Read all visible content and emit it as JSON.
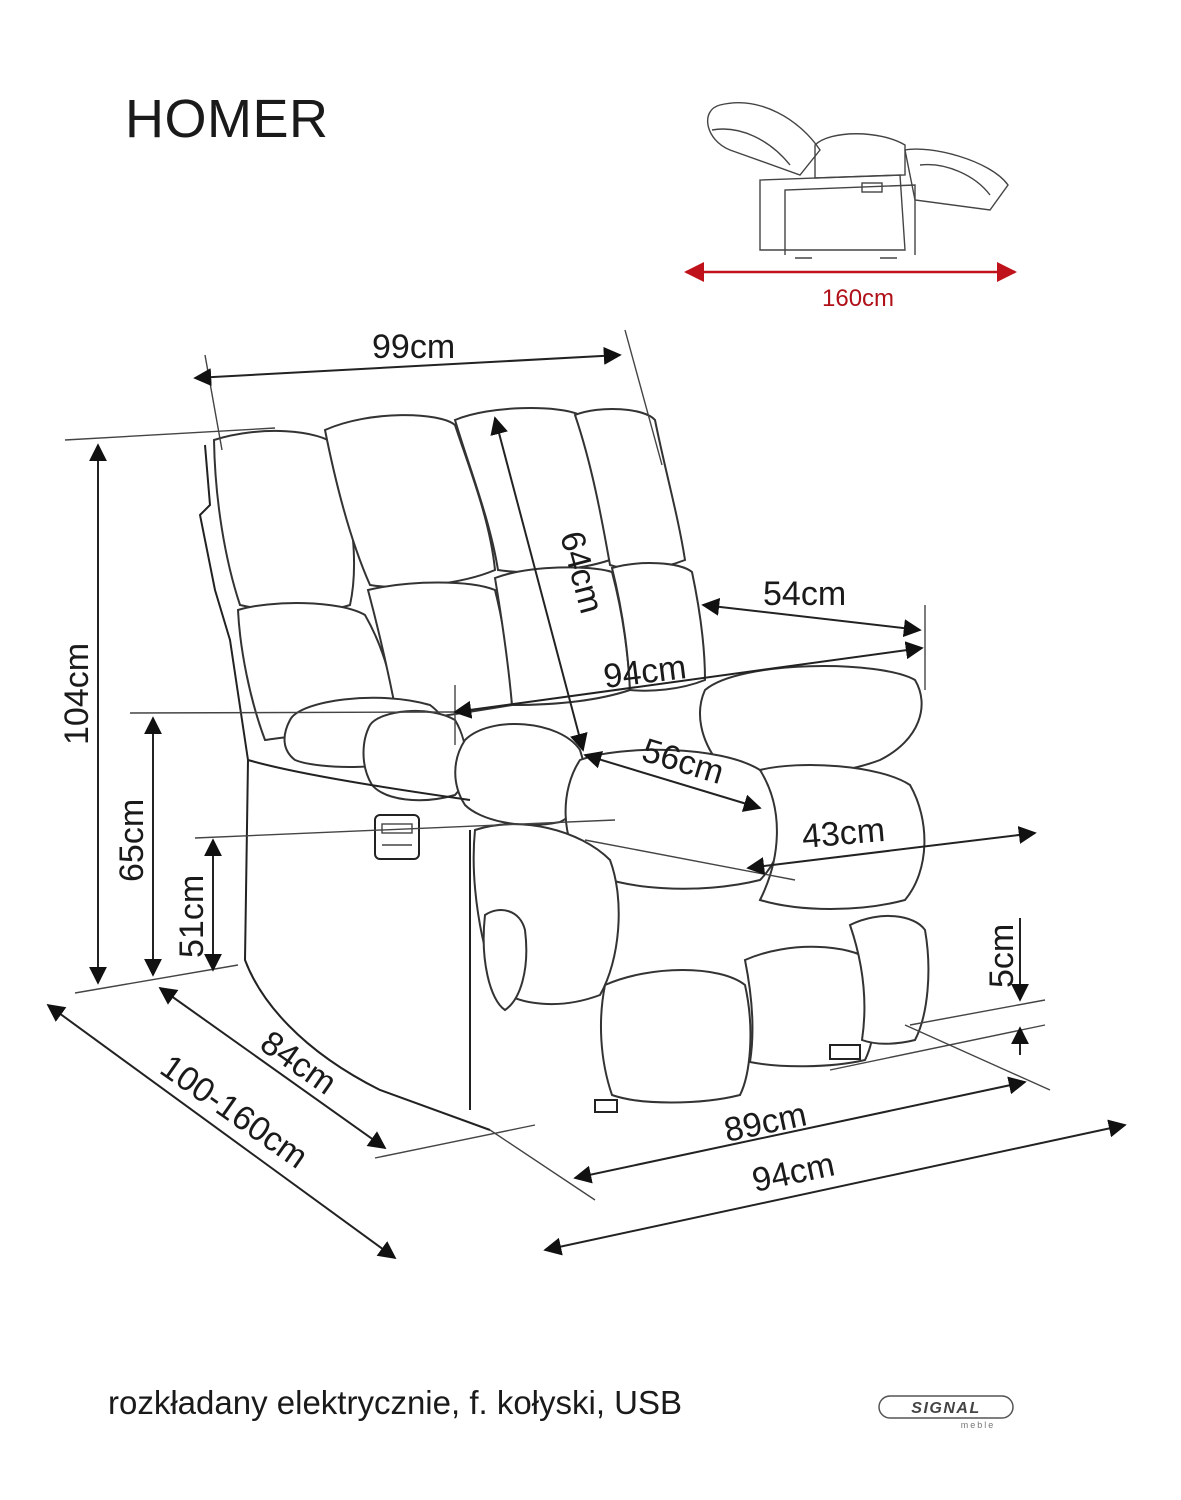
{
  "title": "HOMER",
  "caption": "rozkładany elektrycznie, f. kołyski, USB",
  "logo": {
    "brand": "SIGNAL",
    "sub": "meble"
  },
  "recline": {
    "length": "160cm",
    "color": "#c0121b"
  },
  "dimensions": {
    "width_top": "99cm",
    "height_total": "104cm",
    "armrest_height": "65cm",
    "seat_height": "51cm",
    "depth_84": "84cm",
    "depth_recline": "100-160cm",
    "back_height": "64cm",
    "arm_depth": "54cm",
    "inner_width": "94cm",
    "seat_depth": "56cm",
    "seat_width": "43cm",
    "leg_height": "5cm",
    "front_width": "89cm",
    "base_width": "94cm"
  }
}
